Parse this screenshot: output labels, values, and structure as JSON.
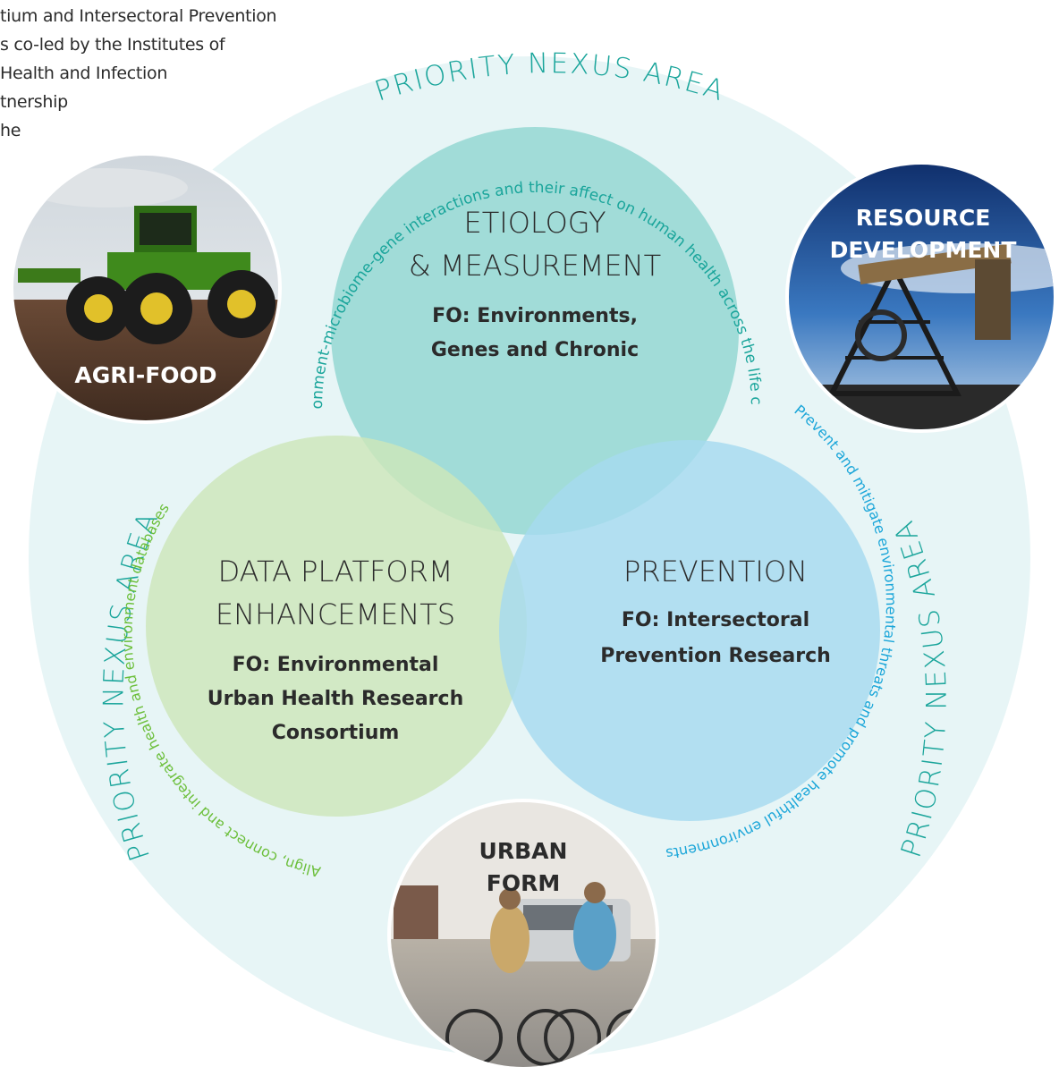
{
  "intro_lines": [
    "tium and Intersectoral Prevention",
    "s co-led by the Institutes of",
    "Health and Infection",
    "tnership",
    "he"
  ],
  "nexus_labels": {
    "top": "PRIORITY NEXUS AREA",
    "left": "PRIORITY NEXUS AREA",
    "right": "PRIORITY NEXUS AREA"
  },
  "arc_texts": {
    "etiology": "Environment-microbiome-gene interactions and their affect on human health across the life course",
    "data": "Align, connect and integrate health and environment databases",
    "prevention": "Prevent and mitigate environmental threats and promote healthful environments"
  },
  "circles": {
    "etiology": {
      "title_1": "ETIOLOGY",
      "title_2": "& MEASUREMENT",
      "fo_1": "FO: Environments,",
      "fo_2": "Genes and Chronic"
    },
    "data": {
      "title_1": "DATA PLATFORM",
      "title_2": "ENHANCEMENTS",
      "fo_1": "FO: Environmental",
      "fo_2": "Urban Health Research",
      "fo_3": "Consortium"
    },
    "prevention": {
      "title_1": "PREVENTION",
      "fo_1": "FO: Intersectoral",
      "fo_2": "Prevention Research"
    }
  },
  "photos": {
    "agri": {
      "label": "AGRI-FOOD"
    },
    "resource": {
      "label_1": "RESOURCE",
      "label_2": "DEVELOPMENT"
    },
    "urban": {
      "label_1": "URBAN",
      "label_2": "FORM"
    }
  },
  "colors": {
    "teal_text": "#1aa59b",
    "green_text": "#6cbf3b",
    "blue_text": "#1ba6d9",
    "outer_ring": "#e7f5f6",
    "etiology_fill": "#86d3cc",
    "data_fill": "#cde7b9",
    "prevention_fill": "#a6dbef",
    "dark_text": "#2b2b2b"
  }
}
